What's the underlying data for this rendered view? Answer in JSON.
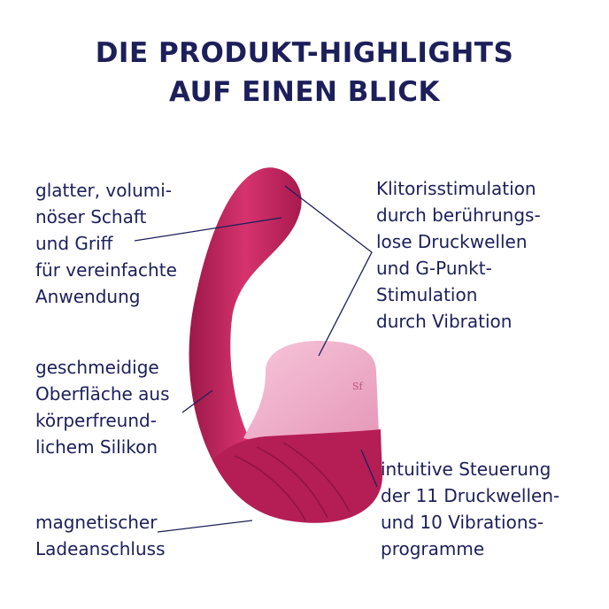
{
  "title": {
    "line1": "DIE PRODUKT-HIGHLIGHTS",
    "line2": "AUF EINEN BLICK"
  },
  "features": {
    "shaft": [
      "glatter, volumi-",
      "nöser Schaft",
      "und Griff",
      "für vereinfachte",
      "Anwendung"
    ],
    "surface": [
      "geschmeidige",
      "Oberfläche aus",
      "körperfreund-",
      "lichem Silikon"
    ],
    "charging": [
      "magnetischer",
      "Ladeanschluss"
    ],
    "stimulation": [
      "Klitorisstimulation",
      "durch berührungs-",
      "lose Druckwellen",
      "und G-Punkt-",
      "Stimulation",
      "durch Vibration"
    ],
    "controls": [
      "intuitive Steuerung",
      "der 11 Druckwellen-",
      "und 10 Vibrations-",
      "programme"
    ]
  },
  "colors": {
    "text": "#1c1f5a",
    "body": "#c2245f",
    "head": "#f2b4cf"
  }
}
